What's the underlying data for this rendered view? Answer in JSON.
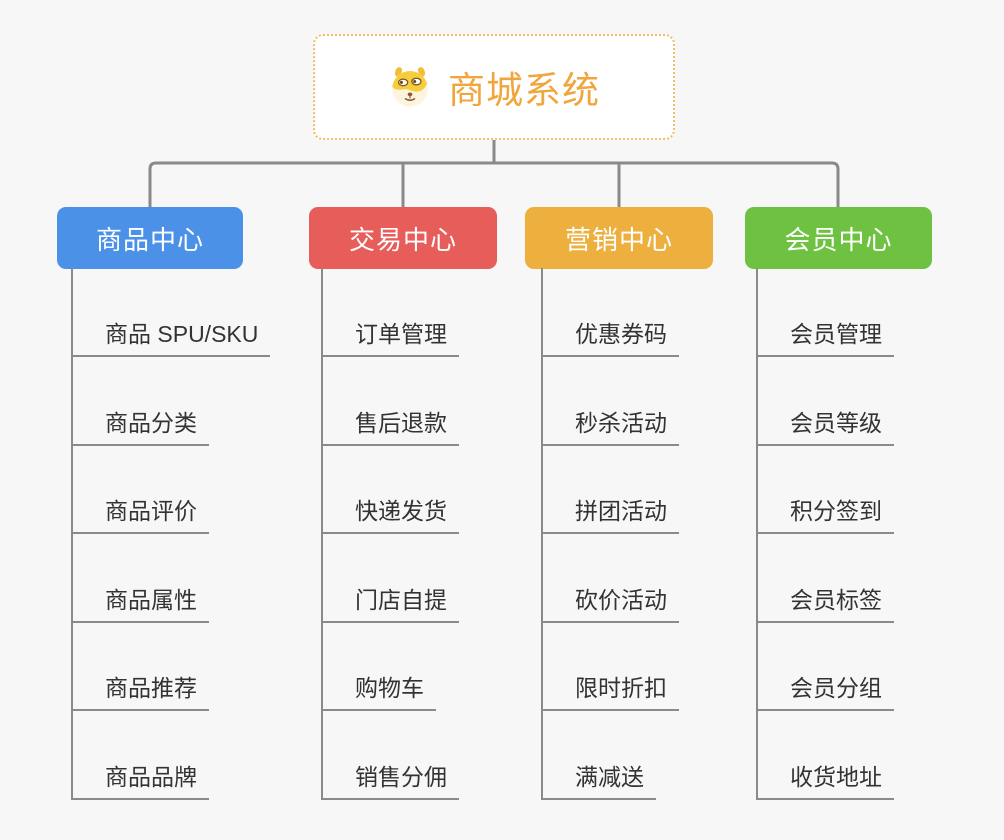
{
  "root": {
    "title": "商城系统",
    "icon": "doge-icon",
    "accent_color": "#f0a63c",
    "border_color": "#f4bc64"
  },
  "connector_color": "#8a8a8a",
  "background_color": "#f7f7f7",
  "branches": [
    {
      "title": "商品中心",
      "color": "#4b91e8",
      "items": [
        "商品 SPU/SKU",
        "商品分类",
        "商品评价",
        "商品属性",
        "商品推荐",
        "商品品牌"
      ]
    },
    {
      "title": "交易中心",
      "color": "#e75d59",
      "items": [
        "订单管理",
        "售后退款",
        "快递发货",
        "门店自提",
        "购物车",
        "销售分佣"
      ]
    },
    {
      "title": "营销中心",
      "color": "#edaf3e",
      "items": [
        "优惠券码",
        "秒杀活动",
        "拼团活动",
        "砍价活动",
        "限时折扣",
        "满减送"
      ]
    },
    {
      "title": "会员中心",
      "color": "#6fc142",
      "items": [
        "会员管理",
        "会员等级",
        "积分签到",
        "会员标签",
        "会员分组",
        "收货地址"
      ]
    }
  ]
}
